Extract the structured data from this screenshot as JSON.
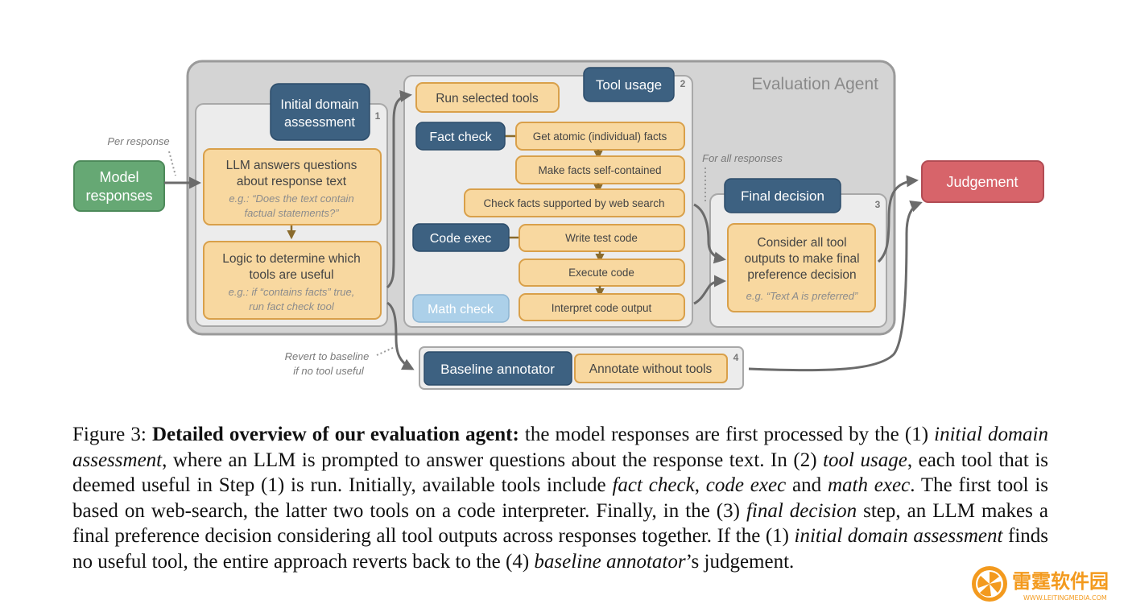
{
  "diagram": {
    "evaluation_agent_label": "Evaluation Agent",
    "model_responses": [
      "Model",
      "responses"
    ],
    "per_response": "Per response",
    "judgement": "Judgement",
    "for_all_responses": "For all responses",
    "revert_note": [
      "Revert to baseline",
      "if no tool useful"
    ],
    "step1": {
      "number": "1",
      "title": [
        "Initial domain",
        "assessment"
      ],
      "llm_box": {
        "text": [
          "LLM answers questions",
          "about response text"
        ],
        "example": [
          "e.g.: “Does the text contain",
          "factual statements?”"
        ]
      },
      "logic_box": {
        "text": [
          "Logic to determine which",
          "tools are useful"
        ],
        "example": [
          "e.g.: if “contains facts” true,",
          "run fact check tool"
        ]
      }
    },
    "step2": {
      "number": "2",
      "title": "Tool usage",
      "run_selected": "Run selected tools",
      "fact_check": {
        "label": "Fact check",
        "steps": [
          "Get atomic (individual) facts",
          "Make facts self-contained",
          "Check facts supported by web search"
        ]
      },
      "code_exec": {
        "label": "Code exec",
        "steps": [
          "Write test code",
          "Execute code",
          "Interpret code output"
        ]
      },
      "math_check": "Math check"
    },
    "step3": {
      "number": "3",
      "title": "Final decision",
      "text": [
        "Consider all tool",
        "outputs to make final",
        "preference decision"
      ],
      "example": "e.g. “Text A is preferred”"
    },
    "step4": {
      "number": "4",
      "title": "Baseline annotator",
      "annotate": "Annotate without tools"
    }
  },
  "caption": {
    "figure_label": "Figure 3:",
    "bold_title": "Detailed overview of our evaluation agent:",
    "segments": [
      {
        "t": " the model responses are first processed by the (1) ",
        "i": false
      },
      {
        "t": "initial domain assessment",
        "i": true
      },
      {
        "t": ", where an LLM is prompted to answer questions about the response text. In (2) ",
        "i": false
      },
      {
        "t": "tool usage",
        "i": true
      },
      {
        "t": ", each tool that is deemed useful in Step (1) is run. Initially, available tools include ",
        "i": false
      },
      {
        "t": "fact check",
        "i": true
      },
      {
        "t": ", ",
        "i": false
      },
      {
        "t": "code exec",
        "i": true
      },
      {
        "t": " and ",
        "i": false
      },
      {
        "t": "math exec",
        "i": true
      },
      {
        "t": ". The first tool is based on web-search, the latter two tools on a code interpreter. Finally, in the (3) ",
        "i": false
      },
      {
        "t": "final decision",
        "i": true
      },
      {
        "t": " step, an LLM makes a final preference decision considering all tool outputs across responses together. If the (1) ",
        "i": false
      },
      {
        "t": "initial domain assessment",
        "i": true
      },
      {
        "t": " finds no useful tool, the entire approach reverts back to the (4) ",
        "i": false
      },
      {
        "t": "baseline annotator",
        "i": true
      },
      {
        "t": "’s judgement.",
        "i": false
      }
    ]
  },
  "watermark": {
    "brand": "雷霆软件园",
    "url": "WWW.LEITINGMEDIA.COM"
  },
  "colors": {
    "outer_grey": "#d4d4d4",
    "panel_grey": "#ececec",
    "orange_fill": "#f8d8a0",
    "orange_stroke": "#d9a04a",
    "navy": "#3d6181",
    "green": "#66a874",
    "red": "#d7646a",
    "light_blue": "#acd0e9",
    "arrow": "#6b6b6b"
  }
}
